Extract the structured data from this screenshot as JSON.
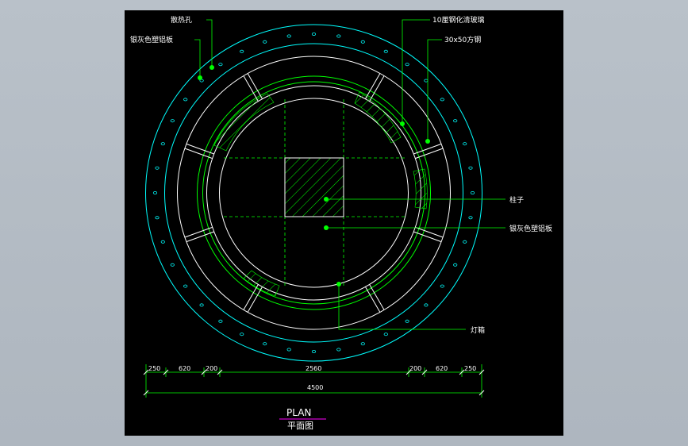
{
  "labels": {
    "vent_holes": "散热孔",
    "silver_plate_top": "银灰色塑铝板",
    "tempered_glass": "10厘钢化清玻璃",
    "square_steel": "30x50方钢",
    "column": "柱子",
    "silver_plate_right": "银灰色塑铝板",
    "light_box": "灯箱"
  },
  "dimensions": {
    "segments": [
      "250",
      "620",
      "200",
      "2560",
      "200",
      "620",
      "250"
    ],
    "total": "4500"
  },
  "title": {
    "main": "PLAN",
    "sub": "平面图"
  },
  "colors": {
    "background": "#000000",
    "cyan": "#00ffff",
    "green": "#00ff00",
    "white": "#ffffff",
    "magenta": "#ff00ff"
  }
}
